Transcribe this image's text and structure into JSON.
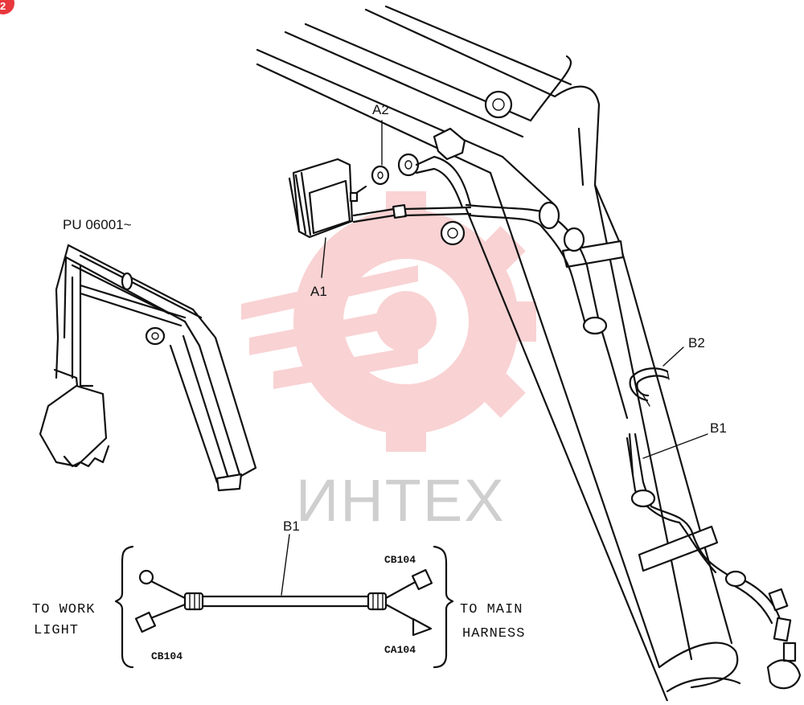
{
  "labels": {
    "a1": "A1",
    "a2": "A2",
    "b1": "B1",
    "b2": "B2",
    "serial": "PU 06001~",
    "inset_b1": "B1",
    "to_work_light_line1": "TO WORK",
    "to_work_light_line2": "LIGHT",
    "to_main_harness_line1": "TO MAIN",
    "to_main_harness_line2": "HARNESS",
    "cb104_top_right": "CB104",
    "cb104_bottom_left": "CB104",
    "ca104_bottom_right": "CA104"
  },
  "watermark": {
    "text": "ИНТЕХ",
    "color": "#e8383d"
  },
  "badge": {
    "text": "2",
    "color": "#e8383d"
  }
}
